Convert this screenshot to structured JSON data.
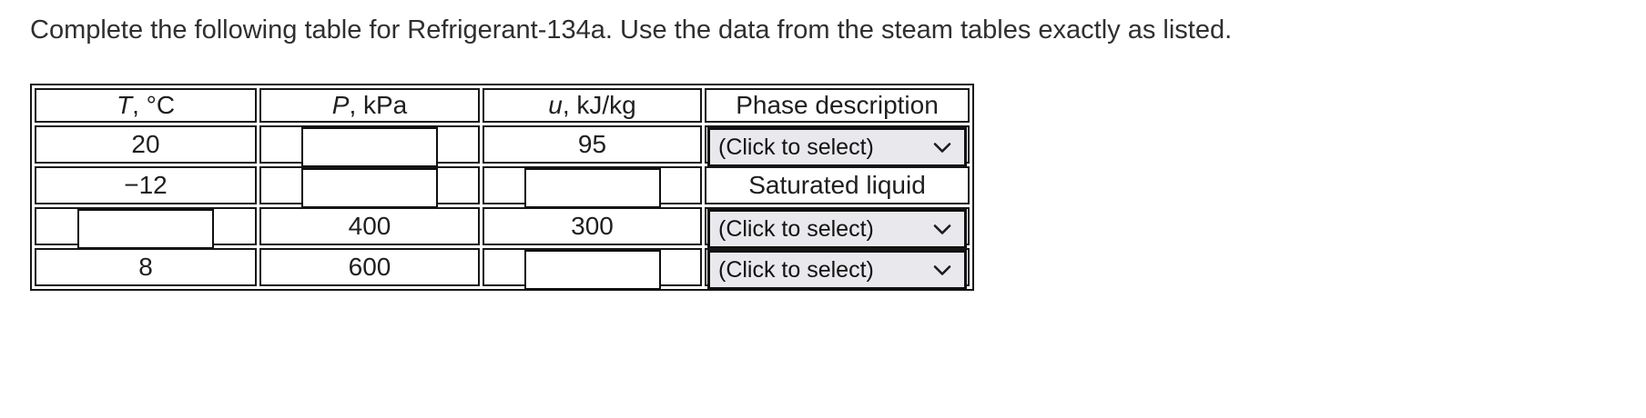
{
  "title": "Complete the following table for Refrigerant-134a. Use the data from the steam tables exactly as listed.",
  "table": {
    "headers": [
      {
        "italic": "T",
        "text": ", °C"
      },
      {
        "italic": "P",
        "text": ", kPa"
      },
      {
        "italic": "u",
        "text": ", kJ/kg"
      },
      {
        "italic": "",
        "text": "Phase description"
      }
    ],
    "rows": [
      {
        "t": "20",
        "p": "",
        "u": "95",
        "phase": "(Click to select)"
      },
      {
        "t": "−12",
        "p": "",
        "u": "",
        "phase": "Saturated liquid"
      },
      {
        "t": "",
        "p": "400",
        "u": "300",
        "phase": "(Click to select)"
      },
      {
        "t": "8",
        "p": "600",
        "u": "",
        "phase": "(Click to select)"
      }
    ]
  },
  "icons": {
    "chevron_down": "⌄"
  },
  "colors": {
    "select_background": "#e9e9ed",
    "table_border": "#161616",
    "text": "#1f1f1f",
    "title_text": "#2e2f31"
  }
}
